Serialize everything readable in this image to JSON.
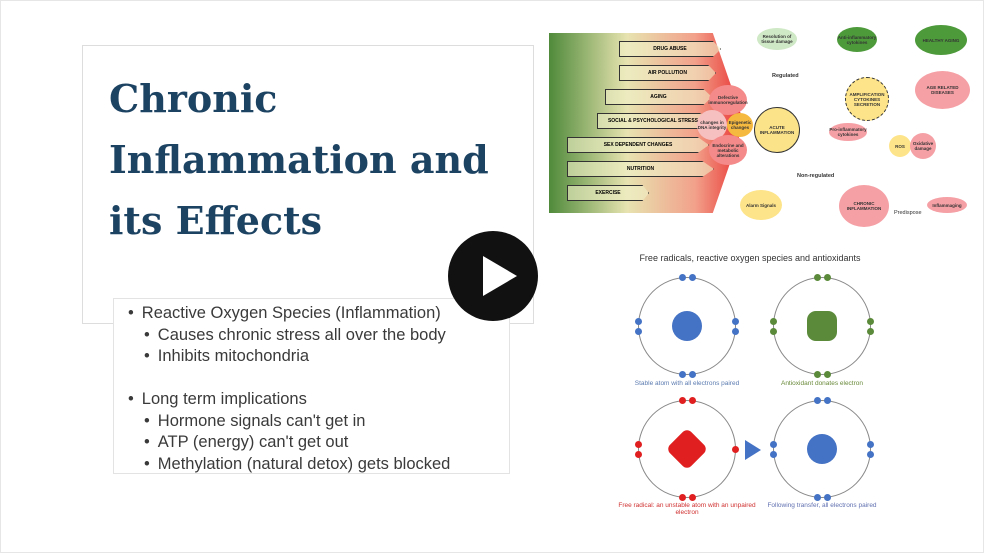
{
  "slide": {
    "title": "Chronic Inflammation and its Effects",
    "bullets": [
      {
        "level": 1,
        "text": "Reactive Oxygen Species (Inflammation)"
      },
      {
        "level": 2,
        "text": "Causes chronic stress all over the body"
      },
      {
        "level": 2,
        "text": "Inhibits mitochondria"
      },
      {
        "level": 1,
        "text": "Long term implications"
      },
      {
        "level": 2,
        "text": "Hormone signals can't get in"
      },
      {
        "level": 2,
        "text": "ATP (energy) can't get out"
      },
      {
        "level": 2,
        "text": "Methylation (natural detox) gets blocked"
      }
    ]
  },
  "player": {
    "play_icon": "play-icon"
  },
  "diagram": {
    "factors": [
      "DRUG ABUSE",
      "AIR POLLUTION",
      "AGING",
      "SOCIAL & PSYCHOLOGICAL STRESS",
      "SEX DEPENDENT CHANGES",
      "NUTRITION",
      "EXERCISE"
    ],
    "inner": [
      "Defective immunoregulation",
      "changes in DNA integrity",
      "Epigenetic changes",
      "Endocrine and metabolic alterations"
    ],
    "acute": "ACUTE INFLAMMATION",
    "alarm": "Alarm Signals",
    "regulated": "Regulated",
    "non_regulated": "Non-regulated",
    "resolution": "Resolution of tissue damage",
    "anti": "Anti-inflammatory cytokines",
    "healthy": "HEALTHY AGING",
    "amplification": "AMPLIFICATION CYTOKINES SECRETION",
    "age_related": "AGE RELATED DISEASES",
    "pro": "Pro-inflammatory cytokines",
    "ros": "ROS",
    "oxidative": "Oxidative damage",
    "chronic": "CHRONIC INFLAMMATION",
    "predispose": "Predispose",
    "inflammaging": "Inflammaging"
  },
  "atoms": {
    "title": "Free radicals, reactive oxygen species and antioxidants",
    "captions": [
      "Stable atom with all electrons paired",
      "Antioxidant donates electron",
      "Free radical: an unstable atom with an unpaired electron",
      "Following transfer, all electrons paired"
    ],
    "colors": {
      "blue": "#4472c4",
      "green": "#5a8a3a",
      "red": "#e02020"
    }
  }
}
